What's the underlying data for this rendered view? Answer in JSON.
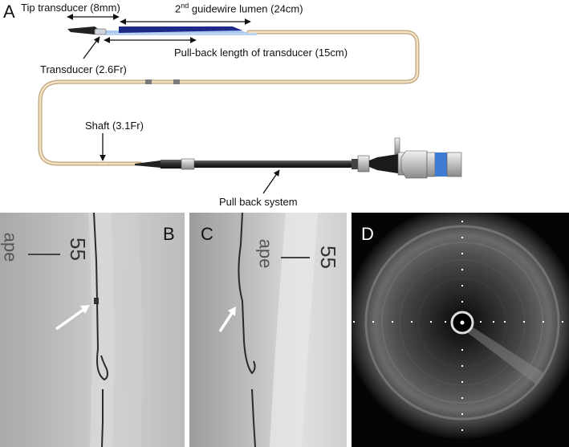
{
  "panel_a": {
    "letter": "A",
    "labels": {
      "tip_transducer": "Tip transducer (8mm)",
      "guidewire_lumen_num": "2",
      "guidewire_lumen_sup": "nd",
      "guidewire_lumen_rest": " guidewire lumen (24cm)",
      "pullback_length": "Pull-back length of transducer (15cm)",
      "transducer": "Transducer (2.6Fr)",
      "shaft": "Shaft (3.1Fr)",
      "pullback_system": "Pull back system"
    }
  },
  "panel_b": {
    "letter": "B",
    "ruler_text": "55",
    "edge_text": "ape"
  },
  "panel_c": {
    "letter": "C",
    "ruler_text": "55",
    "edge_text": "ape"
  },
  "panel_d": {
    "letter": "D"
  }
}
